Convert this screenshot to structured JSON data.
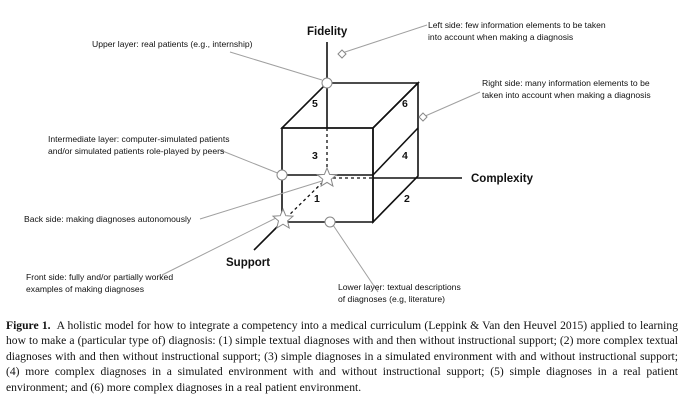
{
  "axes": {
    "fidelity": "Fidelity",
    "complexity": "Complexity",
    "support": "Support"
  },
  "cells": [
    "1",
    "2",
    "3",
    "4",
    "5",
    "6"
  ],
  "annotations": {
    "upper_layer": "Upper layer: real patients (e.g., internship)",
    "left_side": [
      "Left side: few information elements to be taken",
      "into account when making a diagnosis"
    ],
    "right_side": [
      "Right side: many information elements to be",
      "taken into account when making a diagnosis"
    ],
    "intermediate_layer": [
      "Intermediate layer: computer-simulated patients",
      "and/or simulated patients role-played by peers"
    ],
    "back_side": "Back side: making diagnoses autonomously",
    "front_side": [
      "Front side: fully and/or partially worked",
      "examples of making diagnoses"
    ],
    "lower_layer": [
      "Lower layer: textual descriptions",
      "of diagnoses (e.g, literature)"
    ]
  },
  "caption": {
    "label": "Figure 1.",
    "text": "A holistic model for how to integrate a competency into a medical curriculum (Leppink & Van den Heuvel 2015) applied to learning how to make a (particular type of) diagnosis: (1) simple textual diagnoses with and then without instructional support; (2) more complex textual diagnoses with and then without instructional support; (3) simple diagnoses in a simulated environment with and without instructional support; (4) more complex diagnoses in a simulated environment with and without instructional support; (5) simple diagnoses in a real patient environment; and (6) more complex diagnoses in a real patient environment."
  }
}
